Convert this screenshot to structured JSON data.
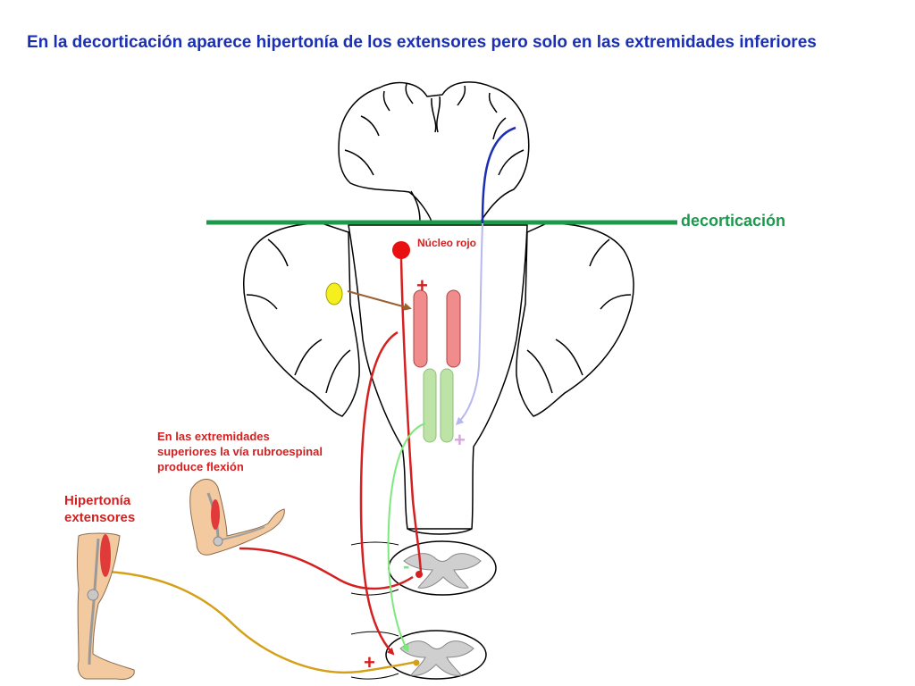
{
  "title": "En la decorticación aparece hipertonía de los extensores pero solo en las extremidades inferiores",
  "labels": {
    "decorticacion": "decorticación",
    "nucleo_rojo": "Núcleo rojo",
    "extremidades_superiores": [
      "En las extremidades",
      "superiores la vía rubroespinal",
      "produce flexión"
    ],
    "hipertonia_extensores": [
      "Hipertonía",
      "extensores"
    ]
  },
  "signs": {
    "red_plus_top": "+",
    "pink_plus": "+",
    "red_plus_bottom": "+",
    "green_minus": "-"
  },
  "colors": {
    "title": "#1a2fb5",
    "decortication_line": "#1a9a4a",
    "red_pathway": "#d42020",
    "blue_pathway": "#1b2fb5",
    "lavender_pathway": "#b8b8ee",
    "green_pathway": "#7ee87e",
    "gold_pathway": "#d4a017",
    "brown_arrow": "#9a6030",
    "yellow_nucleus": "#f5ef20",
    "red_nucleus_columns": "#f08c8c",
    "green_nucleus_columns": "#bde3a6"
  },
  "icons": [
    "brain-section",
    "brainstem-cerebellum",
    "spinal-cord-section",
    "bent-arm",
    "leg"
  ]
}
